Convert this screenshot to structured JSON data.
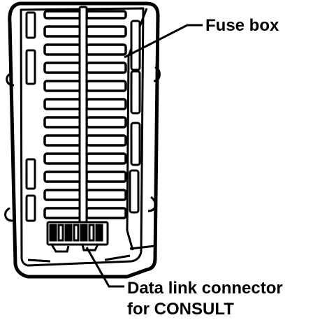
{
  "callouts": {
    "fuse_box": "Fuse box",
    "data_link_line1": "Data link connector",
    "data_link_line2": "for CONSULT"
  },
  "colors": {
    "ink": "#000000",
    "paper": "#ffffff"
  }
}
